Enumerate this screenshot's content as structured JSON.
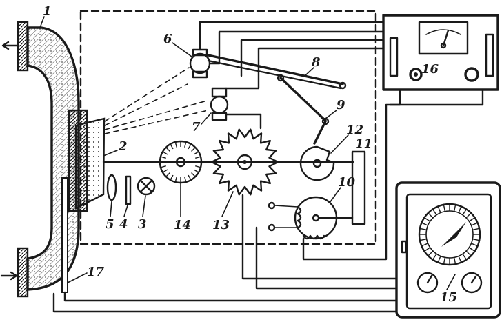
{
  "colors": {
    "ink": "#1a1a1a",
    "paper": "#ffffff",
    "liquid_hatch": "#9a9a9a"
  },
  "labels": {
    "n1": "1",
    "n2": "2",
    "n3": "3",
    "n4": "4",
    "n5": "5",
    "n6": "6",
    "n7": "7",
    "n8": "8",
    "n9": "9",
    "n10": "10",
    "n11": "11",
    "n12": "12",
    "n13": "13",
    "n14": "14",
    "n15": "15",
    "n16": "16",
    "n17": "17"
  }
}
